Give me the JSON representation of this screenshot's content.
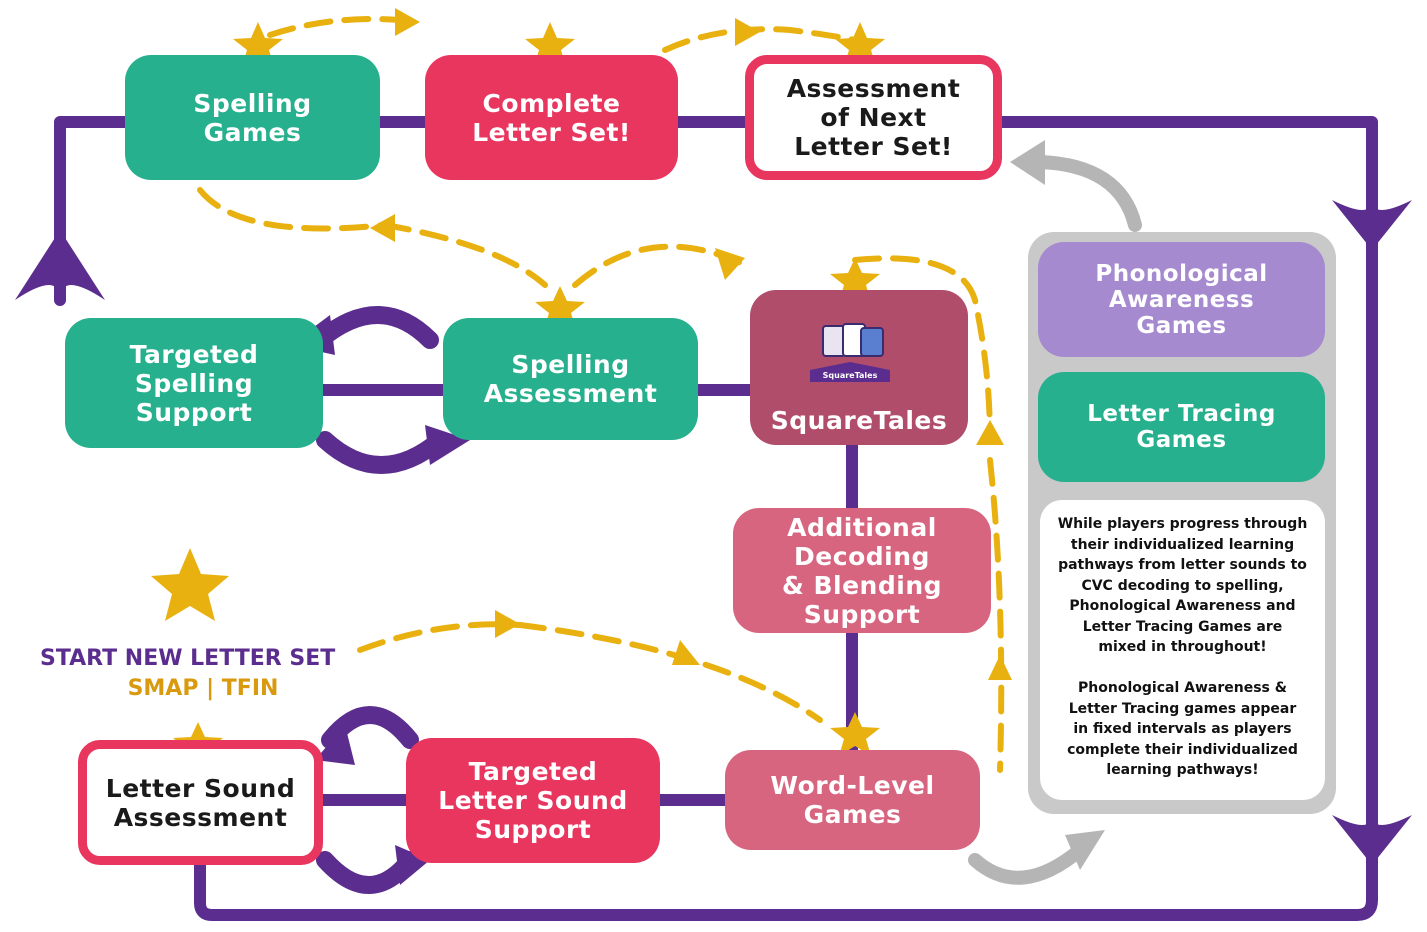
{
  "nodes": {
    "spelling_games": "Spelling\nGames",
    "complete_letter_set": "Complete\nLetter Set!",
    "assessment_next": "Assessment\nof Next\nLetter Set!",
    "targeted_spelling": "Targeted\nSpelling\nSupport",
    "spelling_assessment": "Spelling\nAssessment",
    "squaretales": "SquareTales",
    "squaretales_logo_text": "SquareTales",
    "additional_decoding": "Additional\nDecoding\n& Blending\nSupport",
    "letter_sound_assessment": "Letter Sound\nAssessment",
    "targeted_letter_sound": "Targeted\nLetter Sound\nSupport",
    "word_level_games": "Word-Level\nGames",
    "phonological_games": "Phonological\nAwareness\nGames",
    "letter_tracing_games": "Letter Tracing\nGames"
  },
  "start": {
    "title": "START NEW LETTER SET",
    "subtitle": "SMAP | TFIN"
  },
  "panel_note": "While players progress through\ntheir individualized learning\npathways from letter sounds to\nCVC decoding to spelling,\nPhonological Awareness and\nLetter Tracing Games are\nmixed in throughout!\n\nPhonological Awareness &\nLetter Tracing games appear\nin fixed intervals as players\ncomplete their individualized\nlearning pathways!",
  "colors": {
    "teal": "#27b08e",
    "red": "#e8365f",
    "pink": "#d7657f",
    "maroon": "#b04d6b",
    "lavender": "#a68ad0",
    "purple_track": "#5b2d8e",
    "gold_star": "#e8b10f",
    "gray_panel": "#c9c9c9"
  }
}
